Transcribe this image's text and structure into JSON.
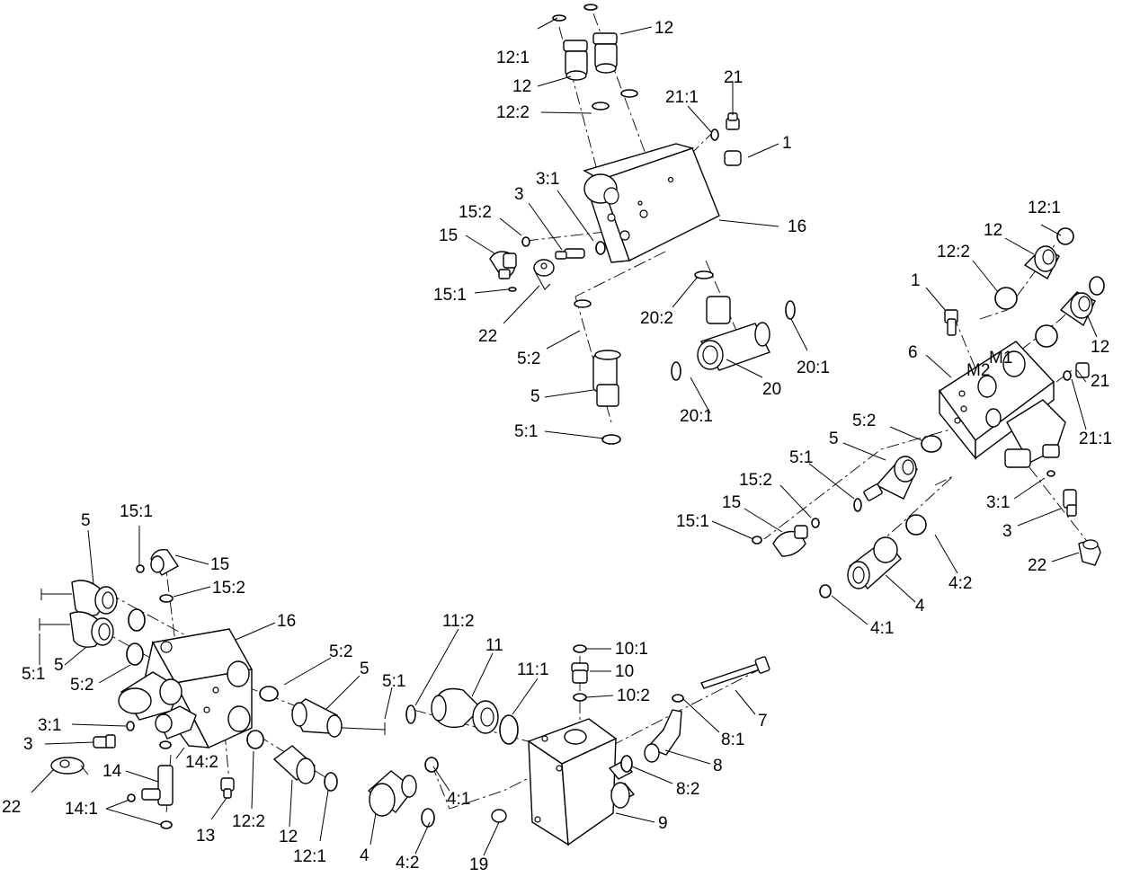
{
  "callouts": {
    "a_12_1": "12:1",
    "a_12a": "12",
    "a_12b": "12",
    "a_12_2": "12:2",
    "a_21_1": "21:1",
    "a_21": "21",
    "a_1": "1",
    "a_16": "16",
    "a_3_1": "3:1",
    "a_3": "3",
    "a_15_2": "15:2",
    "a_15": "15",
    "a_15_1": "15:1",
    "a_22": "22",
    "a_20_2": "20:2",
    "a_20": "20",
    "a_20_1a": "20:1",
    "a_20_1b": "20:1",
    "a_5_2": "5:2",
    "a_5": "5",
    "a_5_1": "5:1",
    "b_12_1": "12:1",
    "b_12a": "12",
    "b_12_2": "12:2",
    "b_1": "1",
    "b_12b": "12",
    "b_6": "6",
    "b_21": "21",
    "b_21_1": "21:1",
    "b_5_2": "5:2",
    "b_5": "5",
    "b_5_1": "5:1",
    "b_15_2": "15:2",
    "b_15": "15",
    "b_15_1": "15:1",
    "b_3_1": "3:1",
    "b_3": "3",
    "b_22": "22",
    "b_4_2": "4:2",
    "b_4": "4",
    "b_4_1": "4:1",
    "c_5a": "5",
    "c_15_1": "15:1",
    "c_15": "15",
    "c_15_2": "15:2",
    "c_16": "16",
    "c_5_1": "5:1",
    "c_5b": "5",
    "c_5_2a": "5:2",
    "c_3_1": "3:1",
    "c_3": "3",
    "c_14_2": "14:2",
    "c_14": "14",
    "c_22": "22",
    "c_14_1": "14:1",
    "c_13": "13",
    "c_12_2": "12:2",
    "c_12": "12",
    "c_12_1": "12:1",
    "c_5_2b": "5:2",
    "c_5c": "5",
    "c_5_1b": "5:1",
    "d_11_2": "11:2",
    "d_11": "11",
    "d_11_1": "11:1",
    "d_10_1": "10:1",
    "d_10": "10",
    "d_10_2": "10:2",
    "d_7": "7",
    "d_8_1": "8:1",
    "d_8": "8",
    "d_8_2": "8:2",
    "d_9": "9",
    "d_4_1": "4:1",
    "d_4": "4",
    "d_4_2": "4:2",
    "d_19": "19"
  },
  "block_markings": {
    "m1": "M1",
    "m2": "M2"
  }
}
